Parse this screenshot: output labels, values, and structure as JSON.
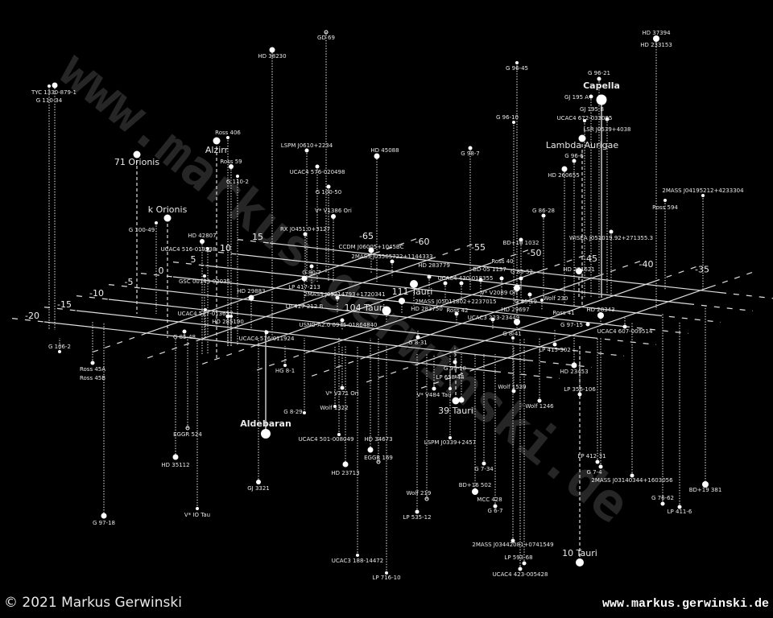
{
  "watermark": "www.markus.gerwinski.de",
  "footer": {
    "copyright": "© 2021 Markus Gerwinski",
    "url": "www.markus.gerwinski.de"
  },
  "colors": {
    "background": "#000000",
    "foreground": "#ffffff",
    "grid": "#dddddd",
    "watermark": "#262626"
  },
  "grid": {
    "u_labels": [
      "-20",
      "-15",
      "-10",
      "-5",
      "0",
      "5",
      "10",
      "15"
    ],
    "v_labels": [
      "-65",
      "-60",
      "-55",
      "-50",
      "-45",
      "-40",
      "-35"
    ]
  },
  "labels": [
    "TYC 1330-879-1",
    "G 110-34",
    "HD 38230",
    "GD 69",
    "71 Orionis",
    "Alzirr",
    "Ross 406",
    "Ross 59",
    "G 110-2",
    "k Orionis",
    "G 100-49",
    "HD 42807",
    "UCAC4 516-019538",
    "GSC 00143-02035",
    "HD 29883",
    "UCAC4 527-013657",
    "HD 285190",
    "G 85-48",
    "UCAC4 576-011924",
    "G 106-2",
    "Ross 45A",
    "Ross 45B",
    "HG 8-1",
    "G 8-29",
    "Aldebaran",
    "EGGR 524",
    "HD 35112",
    "V* IO Tau",
    "G 97-18",
    "GJ 3321",
    "UCAC4 501-008049",
    "HD 34673",
    "HD 23713",
    "EGGR 169",
    "UCAC3 188-14472",
    "LP 716-10",
    "Wolf 219",
    "LP 535-12",
    "LSPM J0339+2457",
    "G 7-34",
    "BD+16 502",
    "MCC 428",
    "G 6-7",
    "2MASS J03442081+0741549",
    "LP 593-68",
    "UCAC4 423-005428",
    "10 Tauri",
    "LP 412-31",
    "G 7-4",
    "2MASS J03140344+1603056",
    "BD+19 381",
    "G 76-62",
    "LP 411-6",
    "HD 37394",
    "HD 233153",
    "G 96-21",
    "Capella",
    "GJ 195 A",
    "GJ 195 B",
    "UCAC4 672-033085",
    "LSR J0539+4038",
    "Lambda Aurigae",
    "G 96-6",
    "HD 260655",
    "G 96-45",
    "G 96-10",
    "2MASS J04195212+4233304",
    "Ross 594",
    "LSPM J0610+2234",
    "UCAC4 576-020498",
    "G 100-50",
    "HD 45088",
    "G 98-7",
    "V* V1386 Ori",
    "RX J0451.0+3127",
    "CCDM J06005+1045BC",
    "2MASS J05565722+1144333",
    "G 86-28",
    "BD+10 1032",
    "WISEA J051019.92+271355.3",
    "HD 281621",
    "HD 283779",
    "BD-05 1137",
    "Ross 40",
    "G 85-52",
    "UCAC4 430-018355",
    "111 Tauri",
    "2MASS J05011802+2237015",
    "V* V2089 Ori",
    "HD 283750",
    "104 Tauri",
    "G 80-7",
    "LP 417-213",
    "2MASS J05214793+1720341",
    "LP 417-212 B",
    "USNO-A2.0 0975-01864840",
    "Ross 42",
    "UCAC3 223-23449",
    "HD 29697",
    "G 85-19",
    "Wolf 230",
    "Ross 41",
    "HD 28343",
    "G 97-15",
    "UCAC4 607-009514",
    "G 8-41",
    "G 8-31",
    "LP 415-302",
    "HD 23453",
    "G 99-10",
    "LP 658-44",
    "V* V484 Tau",
    "39 Tauri",
    "Wolf 1539",
    "Wolf 1246",
    "LP 356-106",
    "V* V371 Ori",
    "Wolf 1322"
  ]
}
